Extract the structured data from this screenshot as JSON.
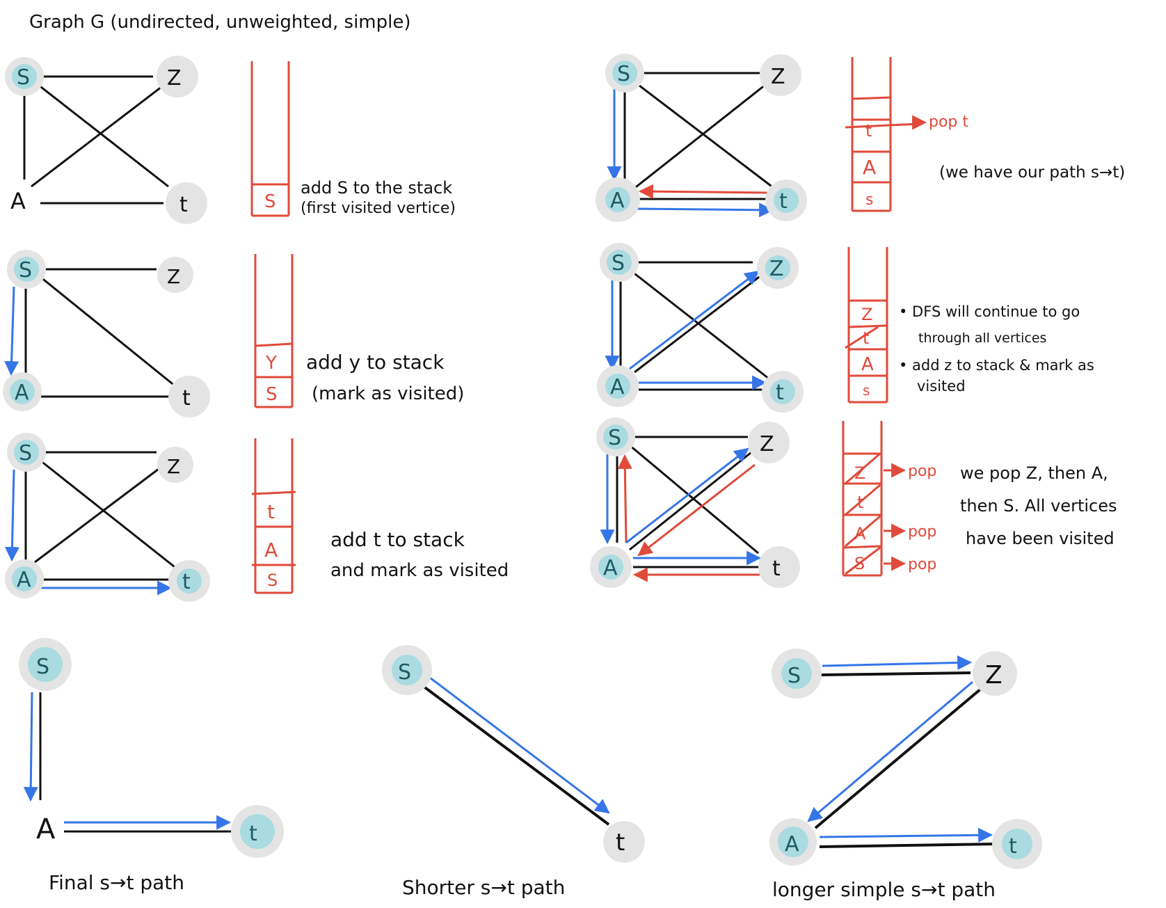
{
  "title": "Graph G (undirected, unweighted, simple)",
  "vertex_labels": {
    "S": "S",
    "Z": "Z",
    "A": "A",
    "t": "t",
    "s_small": "s"
  },
  "panels": {
    "p1": {
      "notes": [
        "add S to the stack",
        "(first visited vertice)"
      ],
      "stack": [
        "S"
      ]
    },
    "p2": {
      "notes": [
        "add y to stack",
        "(mark as visited)"
      ],
      "stack": [
        "Y",
        "S"
      ]
    },
    "p3": {
      "notes": [
        "add t to stack",
        "and mark as visited"
      ],
      "stack": [
        "t",
        "A",
        "S"
      ]
    },
    "p4": {
      "notes": [
        "(we have our path s→t)"
      ],
      "stack": [
        "t",
        "A",
        "s"
      ],
      "pop": "pop t"
    },
    "p5": {
      "notes": [
        "• DFS will continue to go",
        "through all vertices",
        "• add z to stack & mark as",
        "visited"
      ],
      "stack": [
        "Z",
        "t",
        "A",
        "s"
      ]
    },
    "p6": {
      "notes": [
        "we pop Z, then A,",
        "then S. All vertices",
        "have been visited"
      ],
      "stack": [
        "Z",
        "t",
        "A",
        "S"
      ],
      "pops": [
        "pop",
        "pop",
        "pop"
      ]
    }
  },
  "captions": {
    "final": "Final s→t path",
    "shorter": "Shorter s→t path",
    "longer": "longer simple s→t path"
  },
  "colors": {
    "edge": "#111111",
    "path": "#3575e8",
    "stack": "#e04a3a",
    "node_ring": "#e4e4e4",
    "node_fill": "#a9dbe1"
  }
}
